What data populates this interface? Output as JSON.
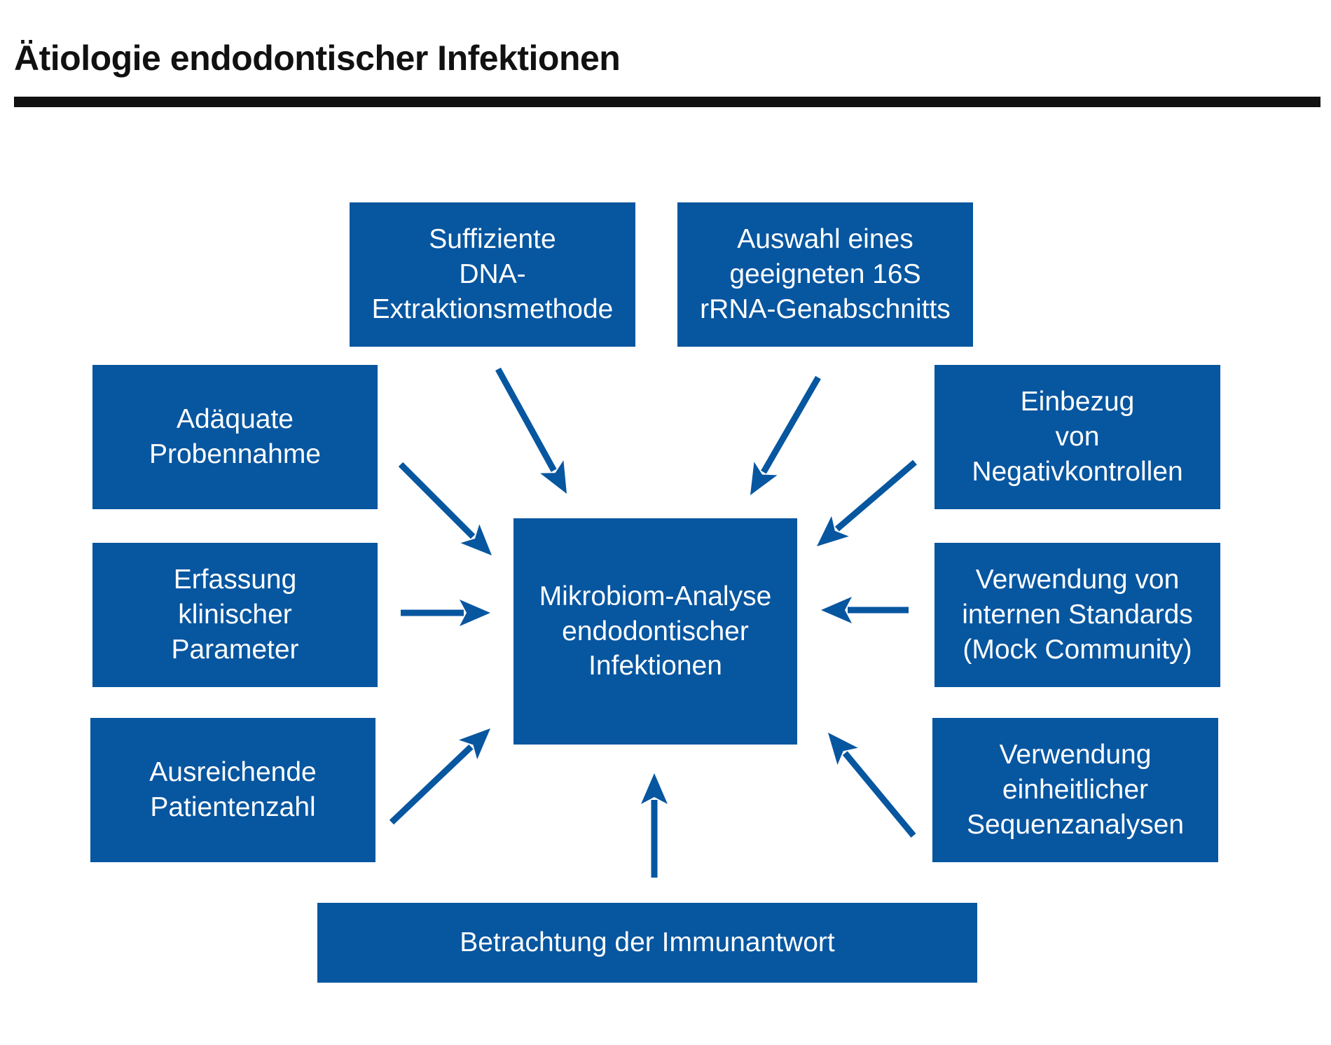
{
  "title": "Ätiologie endodontischer Infektionen",
  "colors": {
    "box_fill": "#0756A0",
    "arrow": "#0756A0",
    "title_text": "#111111",
    "rule": "#111111"
  },
  "center_node": {
    "lines": [
      "Mikrobiom-Analyse",
      "endodontischer",
      "Infektionen"
    ]
  },
  "nodes": [
    {
      "id": "dna-extraction",
      "lines": [
        "Suffiziente",
        "DNA-",
        "Extraktionsmethode"
      ]
    },
    {
      "id": "16s-rrna",
      "lines": [
        "Auswahl eines",
        "geeigneten 16S",
        "rRNA-Genabschnitts"
      ]
    },
    {
      "id": "sampling",
      "lines": [
        "Adäquate",
        "Probennahme"
      ]
    },
    {
      "id": "negative-controls",
      "lines": [
        "Einbezug",
        "von",
        "Negativkontrollen"
      ]
    },
    {
      "id": "clinical-parameters",
      "lines": [
        "Erfassung",
        "klinischer",
        "Parameter"
      ]
    },
    {
      "id": "internal-standards",
      "lines": [
        "Verwendung von",
        "internen Standards",
        "(Mock Community)"
      ]
    },
    {
      "id": "patient-count",
      "lines": [
        "Ausreichende",
        "Patientenzahl"
      ]
    },
    {
      "id": "sequence-analyses",
      "lines": [
        "Verwendung",
        "einheitlicher",
        "Sequenzanalysen"
      ]
    },
    {
      "id": "immune-response",
      "lines": [
        "Betrachtung der Immunantwort"
      ]
    }
  ],
  "edges": [
    {
      "from": "dna-extraction",
      "to": "center"
    },
    {
      "from": "16s-rrna",
      "to": "center"
    },
    {
      "from": "sampling",
      "to": "center"
    },
    {
      "from": "negative-controls",
      "to": "center"
    },
    {
      "from": "clinical-parameters",
      "to": "center"
    },
    {
      "from": "internal-standards",
      "to": "center"
    },
    {
      "from": "patient-count",
      "to": "center"
    },
    {
      "from": "sequence-analyses",
      "to": "center"
    },
    {
      "from": "immune-response",
      "to": "center"
    }
  ]
}
